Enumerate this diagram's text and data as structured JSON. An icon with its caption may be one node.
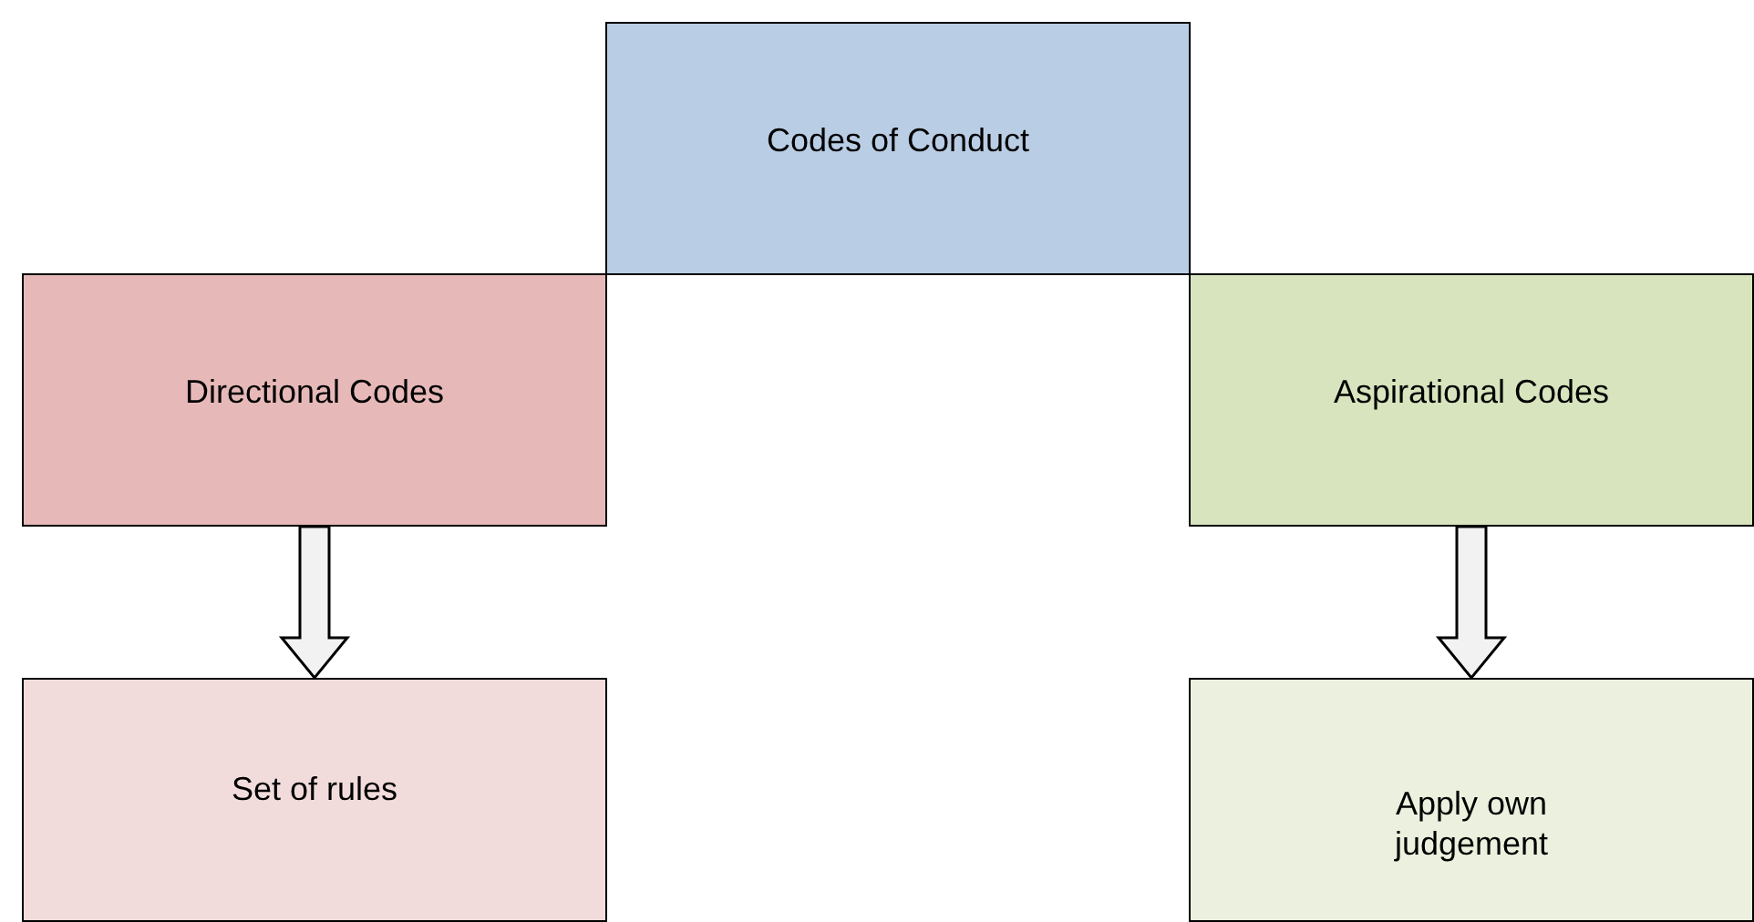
{
  "diagram": {
    "nodes": [
      {
        "text": [
          "Codes of Conduct"
        ]
      },
      {
        "text": [
          "Directional Codes"
        ]
      },
      {
        "text": [
          "Aspirational Codes"
        ]
      },
      {
        "text": [
          "Set of rules"
        ]
      },
      {
        "text": [
          "Apply own judgement"
        ]
      }
    ],
    "edges": [
      {
        "from": 1,
        "to": 3,
        "arrow": "to",
        "style": "thick"
      },
      {
        "from": 2,
        "to": 4,
        "arrow": "to",
        "style": "thick"
      }
    ]
  }
}
